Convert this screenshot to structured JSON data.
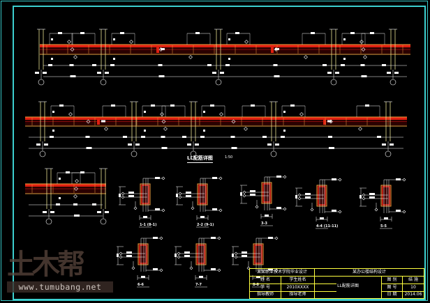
{
  "drawing": {
    "colors": {
      "background": "#000000",
      "frame": "#3ccfcf",
      "beam": "#e02010",
      "beam_edge": "#f0a040",
      "column": "#e8e090",
      "dimension": "#ffffff",
      "title_block": "#ffff40"
    },
    "plan_title": "LL配筋详图",
    "plan_scale": "1:50",
    "sections": [
      {
        "label": "1-1",
        "note": "(8-1)"
      },
      {
        "label": "2-2",
        "note": "(9-1)"
      },
      {
        "label": "3-3",
        "note": ""
      },
      {
        "label": "4-4",
        "note": "(11-11)"
      },
      {
        "label": "5-5",
        "note": ""
      },
      {
        "label": "6-6",
        "note": ""
      },
      {
        "label": "7-7",
        "note": ""
      },
      {
        "label": "8-8",
        "note": ""
      }
    ]
  },
  "title_block": {
    "school": "某某职业技术学院毕业设计",
    "project": "某办公楼结构设计",
    "rows": [
      {
        "label": "姓 名",
        "value": "学生姓名"
      },
      {
        "label": "学 号",
        "value": "2010XXXX"
      },
      {
        "label": "指导教师",
        "value": "指导老师"
      }
    ],
    "drawing_name": "LL配筋详图",
    "meta": [
      {
        "label": "图 别",
        "value": "结 施"
      },
      {
        "label": "图 号",
        "value": "10"
      },
      {
        "label": "日 期",
        "value": "2014.06"
      }
    ]
  },
  "watermark": {
    "logo_text": "土木帮",
    "url": "www.tumubang.net"
  }
}
